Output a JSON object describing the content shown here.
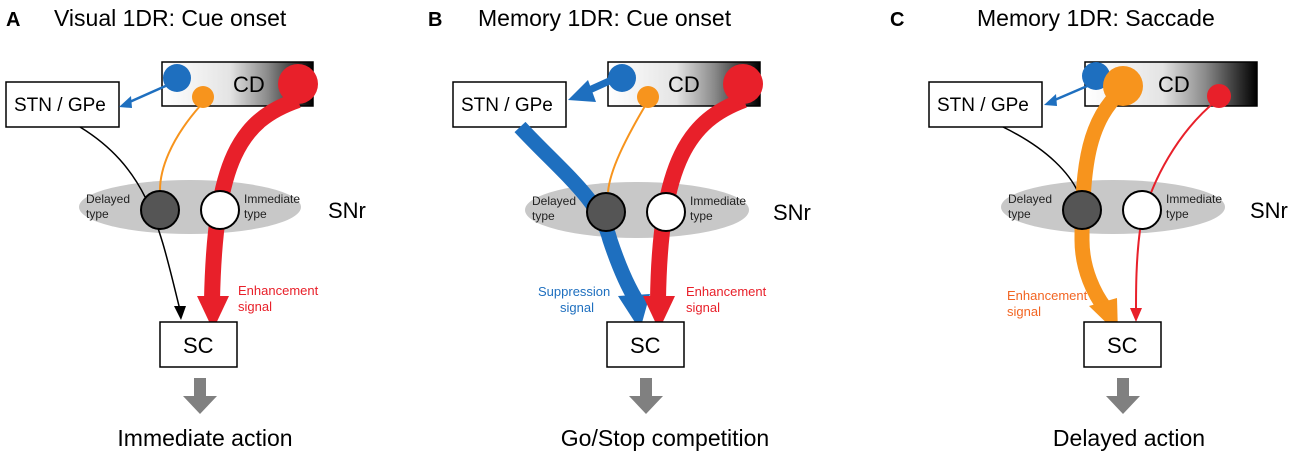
{
  "colors": {
    "red": "#e8202a",
    "blue": "#1e6fbf",
    "orange": "#f7941d",
    "snr_ellipse": "#c8c8c8",
    "delayed_neuron": "#555555",
    "immediate_neuron": "#ffffff",
    "action_arrow": "#808080",
    "black": "#000000"
  },
  "panels": [
    {
      "letter": "A",
      "title": "Visual 1DR: Cue onset",
      "stn": "STN / GPe",
      "cd": "CD",
      "snr": "SNr",
      "delayed_type": [
        "Delayed",
        "type"
      ],
      "immediate_type": [
        "Immediate",
        "type"
      ],
      "sc": "SC",
      "action": "Immediate action",
      "signals": {
        "enhancement": [
          "Enhancement",
          "signal"
        ]
      }
    },
    {
      "letter": "B",
      "title": "Memory 1DR: Cue onset",
      "stn": "STN / GPe",
      "cd": "CD",
      "snr": "SNr",
      "delayed_type": [
        "Delayed",
        "type"
      ],
      "immediate_type": [
        "Immediate",
        "type"
      ],
      "sc": "SC",
      "action": "Go/Stop competition",
      "signals": {
        "suppression": [
          "Suppression",
          "signal"
        ],
        "enhancement": [
          "Enhancement",
          "signal"
        ]
      }
    },
    {
      "letter": "C",
      "title": "Memory 1DR: Saccade",
      "stn": "STN / GPe",
      "cd": "CD",
      "snr": "SNr",
      "delayed_type": [
        "Delayed",
        "type"
      ],
      "immediate_type": [
        "Immediate",
        "type"
      ],
      "sc": "SC",
      "action": "Delayed action",
      "signals": {
        "enhancement": [
          "Enhancement",
          "signal"
        ]
      }
    }
  ]
}
